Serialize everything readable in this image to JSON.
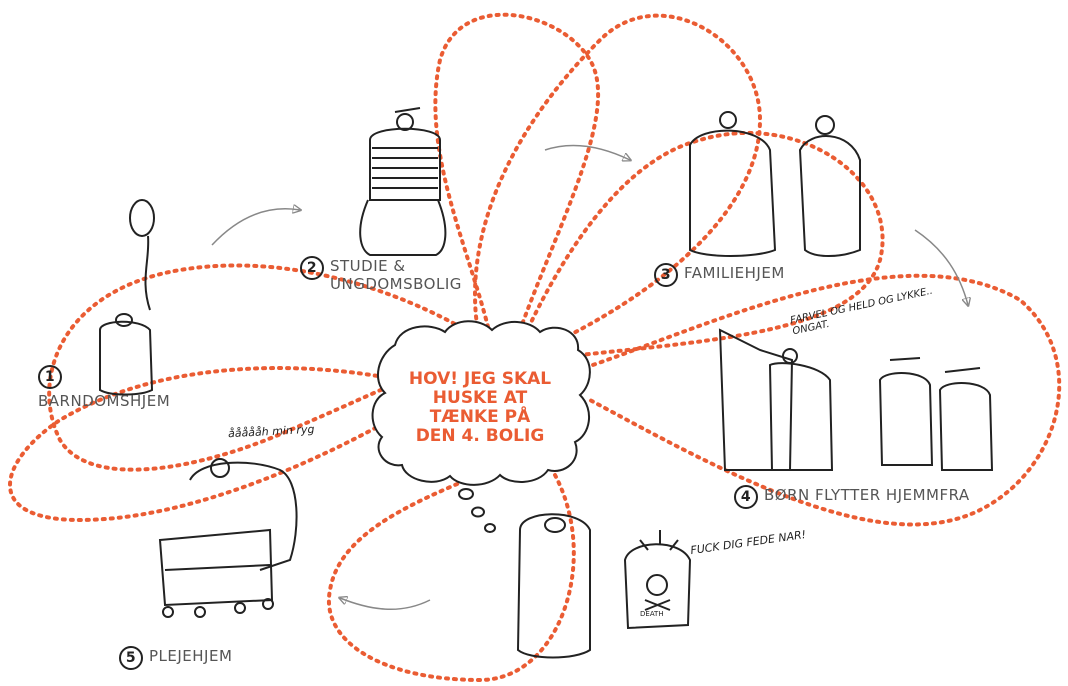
{
  "center_thought": "HOV! JEG SKAL\nHUSKE AT\nTÆNKE PÅ\nDEN 4. BOLIG",
  "stages": [
    {
      "num": "1",
      "label": "BARNDOMSHJEM"
    },
    {
      "num": "2",
      "label": "STUDIE &\nUNGDOMSBOLIG"
    },
    {
      "num": "3",
      "label": "FAMILIEHJEM"
    },
    {
      "num": "4",
      "label": "BØRN FLYTTER HJEMMFRA"
    },
    {
      "num": "5",
      "label": "PLEJEHJEM"
    }
  ],
  "handwritten": {
    "nursing_home": "åååååh min ryg",
    "family_note": "FARVEL OG HELD OG LYKKE.. ONGAT.",
    "death_note": "FUCK DIG FEDE NAR!",
    "death_label": "DEATH"
  },
  "colors": {
    "accent": "#ea5c33",
    "ink": "#222222",
    "arrow": "#888888"
  }
}
